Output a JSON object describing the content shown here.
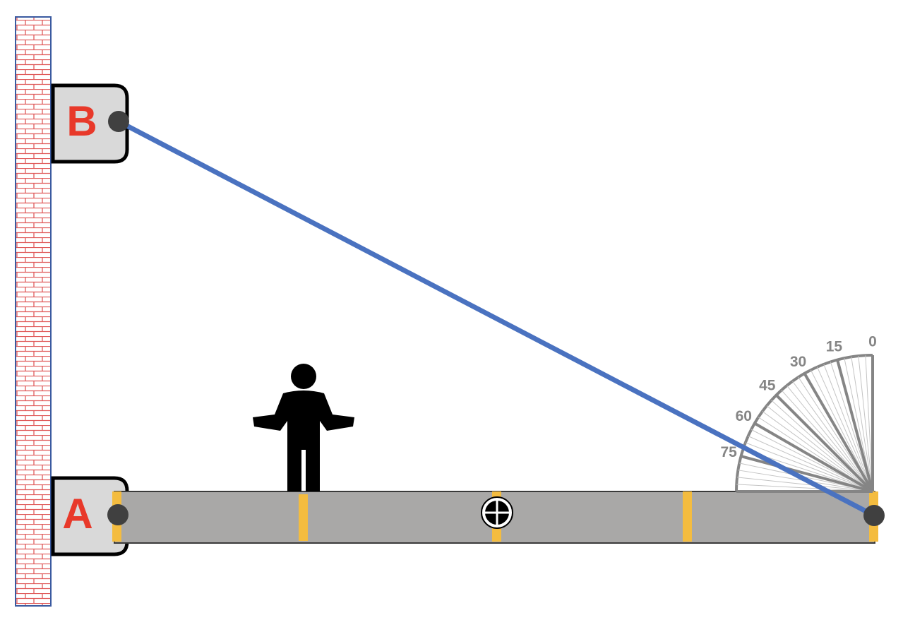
{
  "labels": {
    "bracket_top": "B",
    "bracket_bottom": "A"
  },
  "protractor": {
    "tick_labels": [
      "0",
      "15",
      "30",
      "45",
      "60",
      "75"
    ]
  },
  "colors": {
    "label_red": "#e8392a",
    "cable_blue": "#4a72c0",
    "beam_gray": "#a9a8a7",
    "marker_yellow": "#f4bc3f",
    "protractor_gray": "#858585",
    "bracket_fill": "#d9d9d9",
    "pivot_dark": "#404040",
    "wall_brick": "#e05a5a",
    "wall_border": "#3a5aa0"
  },
  "icons": {
    "person": "person-icon",
    "center_of_mass": "center-of-mass-icon"
  }
}
